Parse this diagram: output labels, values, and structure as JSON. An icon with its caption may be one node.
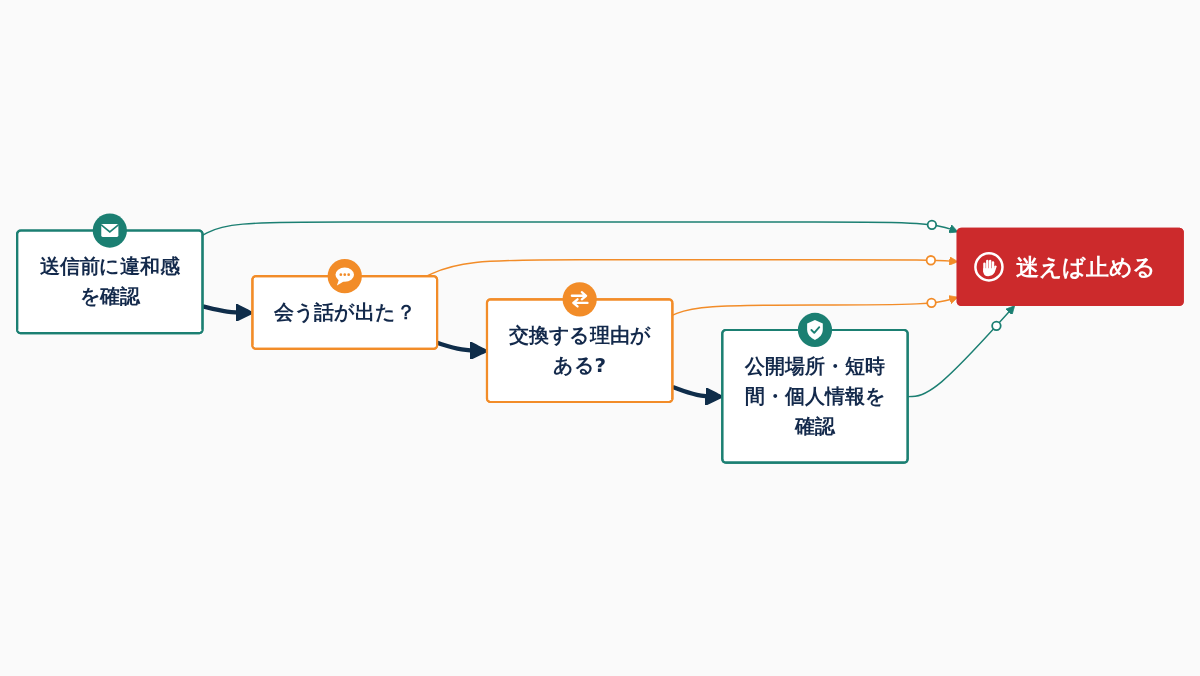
{
  "diagram": {
    "nodes": [
      {
        "text": [
          "送信前に違和感を確認"
        ]
      },
      {
        "text": [
          "会う話が出た？"
        ]
      },
      {
        "text": [
          "交換する理由がある?"
        ]
      },
      {
        "text": [
          "公開場所・短時間・個人情報を確認"
        ]
      },
      {
        "text": [
          "迷えば止める"
        ]
      }
    ],
    "edges": [
      {
        "from": 0,
        "to": 1,
        "arrow": "to",
        "style": "thick"
      },
      {
        "from": 1,
        "to": 2,
        "arrow": "to",
        "style": "thick"
      },
      {
        "from": 2,
        "to": 3,
        "arrow": "to",
        "style": "thick"
      },
      {
        "from": 0,
        "to": 4,
        "arrow": "to",
        "color": "#1b7f72"
      },
      {
        "from": 1,
        "to": 4,
        "arrow": "to",
        "color": "#f28c28"
      },
      {
        "from": 2,
        "to": 4,
        "arrow": "to",
        "color": "#f28c28"
      },
      {
        "from": 3,
        "to": 4,
        "arrow": "to",
        "color": "#1b7f72"
      }
    ]
  }
}
